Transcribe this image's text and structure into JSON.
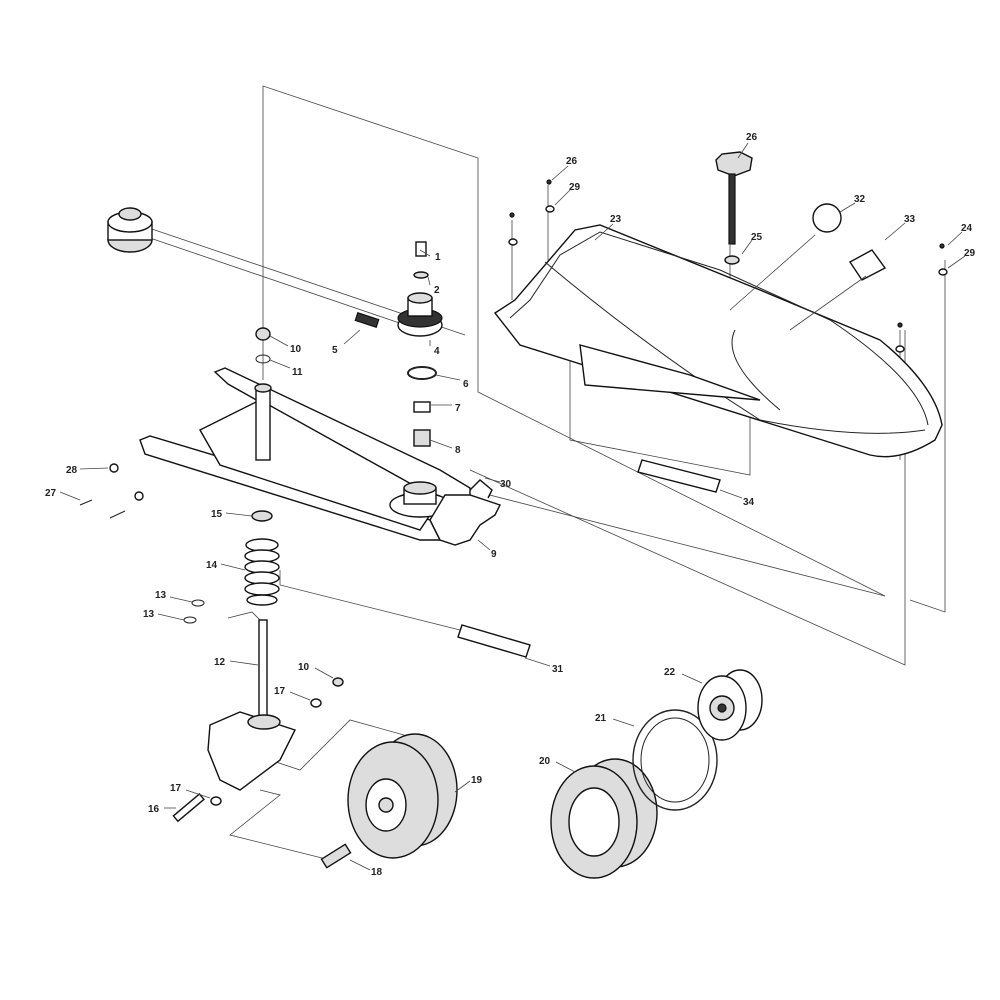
{
  "diagram": {
    "type": "exploded-parts-diagram",
    "callouts": [
      "26",
      "26",
      "29",
      "23",
      "32",
      "33",
      "24",
      "29",
      "25",
      "1",
      "2",
      "5",
      "4",
      "10",
      "11",
      "6",
      "7",
      "8",
      "30",
      "34",
      "28",
      "27",
      "15",
      "9",
      "14",
      "13",
      "13",
      "12",
      "10",
      "17",
      "31",
      "22",
      "21",
      "20",
      "19",
      "17",
      "16",
      "18"
    ]
  }
}
